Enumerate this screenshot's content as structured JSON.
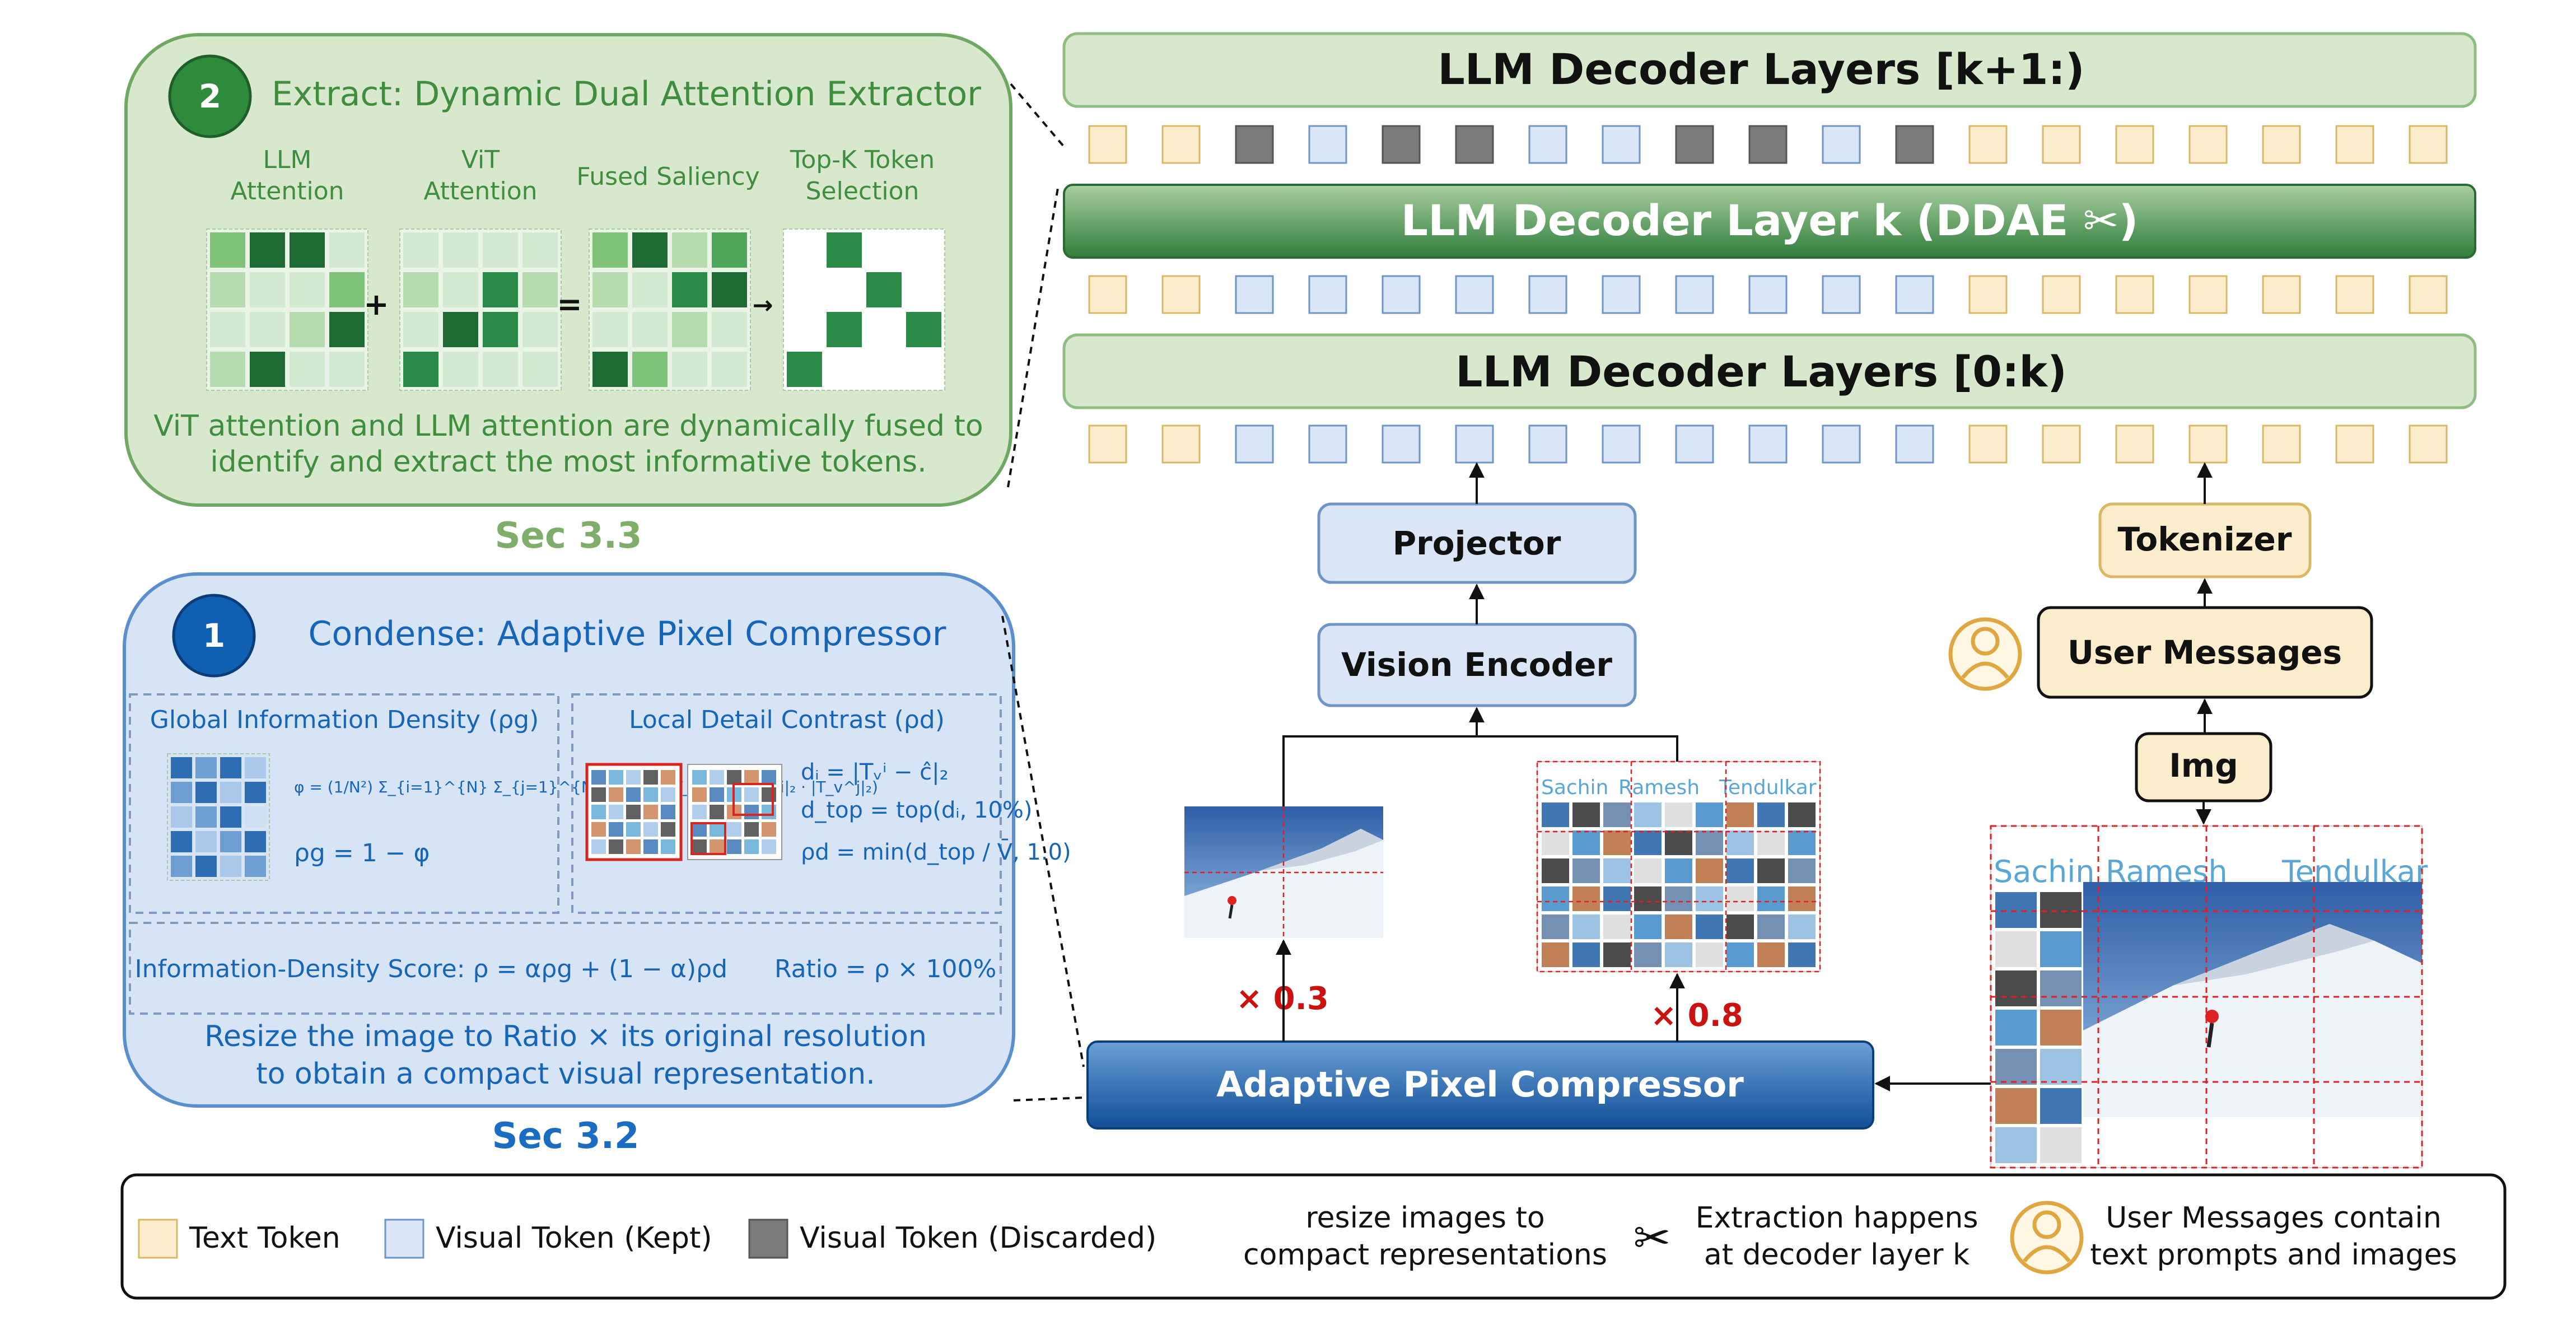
{
  "colors": {
    "text_token": "#fbeccb",
    "visual_kept": "#dae6f7",
    "visual_discarded": "#7a7a7a",
    "panel_green": "#d7e8cd",
    "panel_blue": "#d6e4f6",
    "green_text": "#3e8e3e",
    "blue_text": "#1565b9",
    "red_mark": "#cc1111"
  },
  "decoder": {
    "top_label": "LLM Decoder Layers [k+1:)",
    "mid_label": "LLM Decoder Layer k (DDAE ✂)",
    "bottom_label": "LLM Decoder Layers [0:k)"
  },
  "tokens": {
    "top_row": [
      "text",
      "text",
      "discarded",
      "kept",
      "discarded",
      "discarded",
      "kept",
      "kept",
      "discarded",
      "discarded",
      "kept",
      "discarded",
      "text",
      "text",
      "text",
      "text",
      "text",
      "text",
      "text"
    ],
    "mid_row": [
      "text",
      "text",
      "kept",
      "kept",
      "kept",
      "kept",
      "kept",
      "kept",
      "kept",
      "kept",
      "kept",
      "kept",
      "text",
      "text",
      "text",
      "text",
      "text",
      "text",
      "text"
    ],
    "bottom_row": [
      "text",
      "text",
      "kept",
      "kept",
      "kept",
      "kept",
      "kept",
      "kept",
      "kept",
      "kept",
      "kept",
      "kept",
      "text",
      "text",
      "text",
      "text",
      "text",
      "text",
      "text"
    ]
  },
  "pipeline": {
    "projector": "Projector",
    "vision_encoder": "Vision Encoder",
    "tokenizer": "Tokenizer",
    "user_messages": "User Messages",
    "img": "Img",
    "compressor": "Adaptive Pixel Compressor",
    "ratio_left": "× 0.3",
    "ratio_right": "× 0.8",
    "poster_name": [
      "Sachin",
      "Ramesh",
      "Tendulkar"
    ]
  },
  "extract_panel": {
    "number": "2",
    "title": "Extract: Dynamic Dual Attention Extractor",
    "col_labels": [
      "LLM\nAttention",
      "ViT\nAttention",
      "Fused Saliency",
      "Top-K Token\nSelection"
    ],
    "plus": "+",
    "equals": "=",
    "arrow": "→",
    "caption_lines": [
      "ViT attention and LLM attention are dynamically fused to",
      "identify and extract the most informative tokens."
    ],
    "section": "Sec 3.3"
  },
  "condense_panel": {
    "number": "1",
    "title": "Condense: Adaptive Pixel Compressor",
    "global_title": "Global Information Density (ρg)",
    "global_formula": "φ = (1/N²) Σ_{i=1}^{N} Σ_{j=1}^{N} (T_v^i · T_v^j)/(|T_v^i|₂ · |T_v^j|₂)",
    "global_rho": "ρg = 1 − φ",
    "local_title": "Local Detail Contrast (ρd)",
    "local_f1": "dᵢ = |Tᵥⁱ − ĉ|₂",
    "local_f2": "d_top = top(dᵢ, 10%)",
    "local_f3": "ρd = min(d_top / V̄, 1.0)",
    "score": "Information-Density Score: ρ = αρg + (1 − α)ρd      Ratio = ρ × 100%",
    "caption_lines": [
      "Resize the image to Ratio × its original resolution",
      "to obtain a compact visual representation."
    ],
    "section": "Sec 3.2"
  },
  "legend": {
    "text_token": "Text Token",
    "visual_kept": "Visual Token (Kept)",
    "visual_discarded": "Visual Token (Discarded)",
    "resize_lines": [
      "resize images to",
      "compact representations"
    ],
    "scissors": "✂",
    "extraction_lines": [
      "Extraction happens",
      "at decoder layer k"
    ],
    "user_lines": [
      "User Messages contain",
      "text prompts and images"
    ]
  },
  "grids": {
    "llm": [
      3,
      6,
      6,
      1,
      2,
      1,
      1,
      3,
      1,
      1,
      2,
      6,
      2,
      6,
      1,
      1
    ],
    "vit": [
      1,
      1,
      1,
      1,
      2,
      1,
      5,
      2,
      1,
      6,
      5,
      1,
      5,
      1,
      1,
      1
    ],
    "fused": [
      3,
      6,
      2,
      4,
      2,
      1,
      5,
      6,
      1,
      1,
      2,
      1,
      6,
      3,
      1,
      1
    ],
    "topk": [
      0,
      5,
      0,
      0,
      0,
      0,
      5,
      0,
      0,
      5,
      0,
      5,
      5,
      0,
      0,
      0
    ],
    "global": [
      4,
      3,
      4,
      2,
      3,
      4,
      2,
      4,
      2,
      3,
      4,
      1,
      4,
      2,
      3,
      4,
      3,
      4,
      2,
      3
    ]
  }
}
